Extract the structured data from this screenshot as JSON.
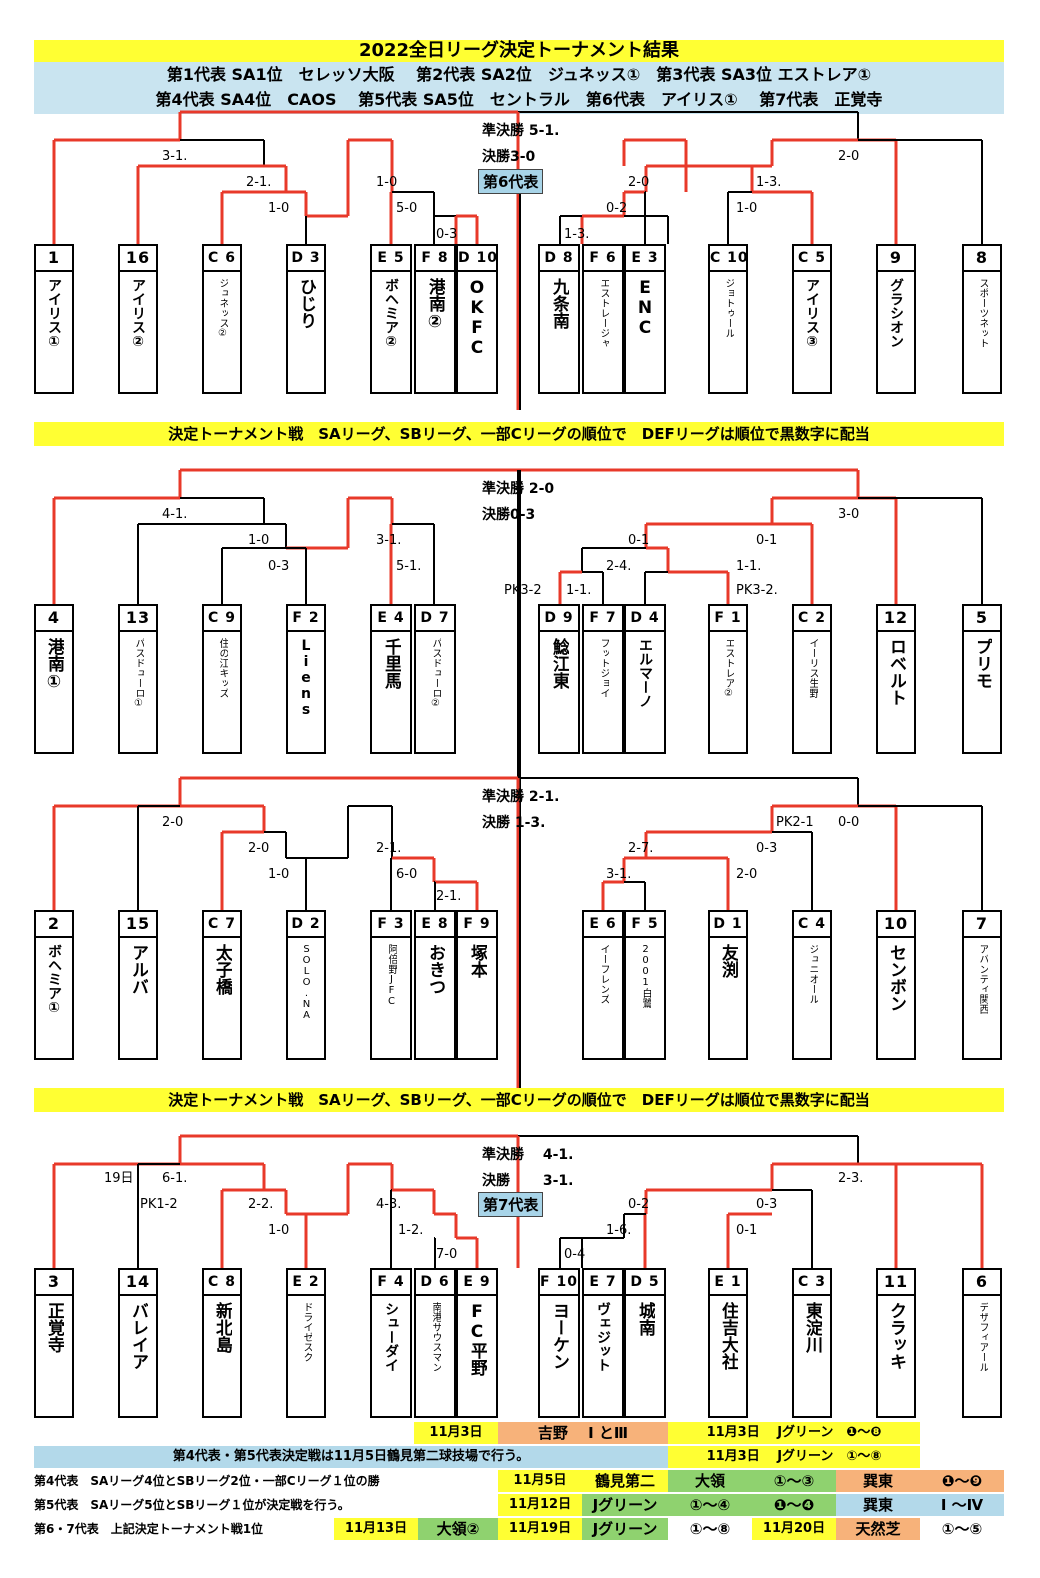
{
  "title": "2022全日リーグ決定トーナメント結果",
  "reps_line1": "第1代表 SA1位　セレッソ大阪　 第2代表 SA2位　ジュネッス①　第3代表 SA3位 エストレア①",
  "reps_line2": "第4代表 SA4位　CAOS　 第5代表 SA5位　セントラル　第6代表　アイリス①　 第7代表　正覚寺",
  "divider_note": "決定トーナメント戦　SAリーグ、SBリーグ、一部Cリーグの順位で　DEFリーグは順位で黒数字に配当",
  "brackets": [
    {
      "semi": "準決勝 5-1.",
      "final": "決勝3-0",
      "rep": "第6代表",
      "teams": [
        {
          "seed": "1",
          "name": "アイリス①"
        },
        {
          "seed": "16",
          "name": "アイリス②"
        },
        {
          "seed": "C 6",
          "name": "ジュネッス②"
        },
        {
          "seed": "D 3",
          "name": "ひじり"
        },
        {
          "seed": "E 5",
          "name": "ボヘミア②"
        },
        {
          "seed": "F 8",
          "name": "港南②"
        },
        {
          "seed": "D 10",
          "name": "OKFC"
        },
        {
          "seed": "D 8",
          "name": "九条南"
        },
        {
          "seed": "F 6",
          "name": "エストレージャ"
        },
        {
          "seed": "E 3",
          "name": "ENC"
        },
        {
          "seed": "C 10",
          "name": "ジョトゥール"
        },
        {
          "seed": "C 5",
          "name": "アイリス③"
        },
        {
          "seed": "9",
          "name": "グラシオン"
        },
        {
          "seed": "8",
          "name": "スポーツネット"
        }
      ],
      "scores": [
        "3-1.",
        "2-1.",
        "1-0",
        "1-0",
        "5-0",
        "0-3",
        "2-0",
        "0-2",
        "1-3.",
        "2-0",
        "1-3.",
        "1-0"
      ]
    },
    {
      "semi": "準決勝 2-0",
      "final": "決勝0-3",
      "rep": "",
      "teams": [
        {
          "seed": "4",
          "name": "港南①"
        },
        {
          "seed": "13",
          "name": "パスドューロ①"
        },
        {
          "seed": "C 9",
          "name": "住の江キッズ"
        },
        {
          "seed": "F 2",
          "name": "Liens"
        },
        {
          "seed": "E 4",
          "name": "千里馬"
        },
        {
          "seed": "D 7",
          "name": "パスドューロ②"
        },
        {
          "seed": "D 9",
          "name": "鯰江東"
        },
        {
          "seed": "F 7",
          "name": "フットジョイ"
        },
        {
          "seed": "D 4",
          "name": "エルマーノ"
        },
        {
          "seed": "F 1",
          "name": "エストレア②"
        },
        {
          "seed": "C 2",
          "name": "イーリス生野"
        },
        {
          "seed": "12",
          "name": "ロベルト"
        },
        {
          "seed": "5",
          "name": "プリモ"
        }
      ],
      "scores": [
        "4-1.",
        "1-0",
        "0-3",
        "3-1.",
        "5-1.",
        "0-1",
        "2-4.",
        "PK3-2",
        "1-1.",
        "1-1.",
        "PK3-2.",
        "0-1",
        "3-0"
      ]
    },
    {
      "semi": "準決勝 2-1.",
      "final": "決勝 1-3.",
      "rep": "",
      "teams": [
        {
          "seed": "2",
          "name": "ボヘミア①"
        },
        {
          "seed": "15",
          "name": "アルバ"
        },
        {
          "seed": "C 7",
          "name": "太子橋"
        },
        {
          "seed": "D 2",
          "name": "SOLO.NA"
        },
        {
          "seed": "F 3",
          "name": "阿倍野JFC"
        },
        {
          "seed": "E 8",
          "name": "おきつ"
        },
        {
          "seed": "F 9",
          "name": "塚本"
        },
        {
          "seed": "E 6",
          "name": "イーフレンズ"
        },
        {
          "seed": "F 5",
          "name": "2001白鷺"
        },
        {
          "seed": "D 1",
          "name": "友渕"
        },
        {
          "seed": "C 4",
          "name": "ジュニオール"
        },
        {
          "seed": "10",
          "name": "センボン"
        },
        {
          "seed": "7",
          "name": "アバンティ関西"
        }
      ],
      "scores": [
        "2-0",
        "2-0",
        "1-0",
        "2-1.",
        "6-0",
        "2-1.",
        "2-7.",
        "3-1.",
        "2-0",
        "PK2-1",
        "0-0",
        "0-3"
      ]
    },
    {
      "semi": "準決勝　 4-1.",
      "final": "決勝　　 3-1.",
      "rep": "第7代表",
      "teams": [
        {
          "seed": "3",
          "name": "正覚寺"
        },
        {
          "seed": "14",
          "name": "バレイア"
        },
        {
          "seed": "C 8",
          "name": "新北島"
        },
        {
          "seed": "E 2",
          "name": "ドライゼスク"
        },
        {
          "seed": "F 4",
          "name": "シューダイ"
        },
        {
          "seed": "D 6",
          "name": "南港サウスマン"
        },
        {
          "seed": "E 9",
          "name": "FC平野"
        },
        {
          "seed": "F 10",
          "name": "ヨーケン"
        },
        {
          "seed": "E 7",
          "name": "ヴェジット"
        },
        {
          "seed": "D 5",
          "name": "城南"
        },
        {
          "seed": "E 1",
          "name": "住吉大社"
        },
        {
          "seed": "C 3",
          "name": "東淀川"
        },
        {
          "seed": "11",
          "name": "クラッキ"
        },
        {
          "seed": "6",
          "name": "デザフィアール"
        }
      ],
      "scores": [
        "19日",
        "6-1.",
        "PK1-2",
        "2-2.",
        "1-0",
        "4-3.",
        "1-2.",
        "7-0",
        "0-2",
        "1-6.",
        "0-4",
        "0-3",
        "0-1",
        "2-3."
      ]
    }
  ],
  "schedule": {
    "r1": [
      "11月3日",
      "吉野　 I とⅢ",
      "11月3日　 Jグリーン　❶～❽"
    ],
    "r2_note": "第4代表・第5代表決定戦は11月5日鶴見第二球技場で行う。",
    "r2": [
      "11月3日　 Jグリーン　①～⑧"
    ],
    "r3_note": "第4代表　SAリーグ4位とSBリーグ2位・一部Cリーグ１位の勝",
    "r3": [
      "11月5日",
      "鶴見第二",
      "大領",
      "①～③",
      "巽東",
      "❶～❾"
    ],
    "r4_note": "第5代表　SAリーグ5位とSBリーグ１位が決定戦を行う。",
    "r4": [
      "11月12日",
      "Jグリーン",
      "①～④",
      "❶～❹",
      "巽東",
      "I ～Ⅳ"
    ],
    "r5_note": "第6・7代表　上記決定トーナメント戦1位",
    "r5": [
      "11月13日",
      "大領②",
      "11月19日",
      "Jグリーン",
      "①～⑧",
      "11月20日",
      "天然芝",
      "①～⑤"
    ]
  },
  "colors": {
    "title_bg": "#ffff33",
    "reps_bg": "#c9e4f0",
    "winner_line": "#e8392a",
    "loser_line": "#000000"
  }
}
